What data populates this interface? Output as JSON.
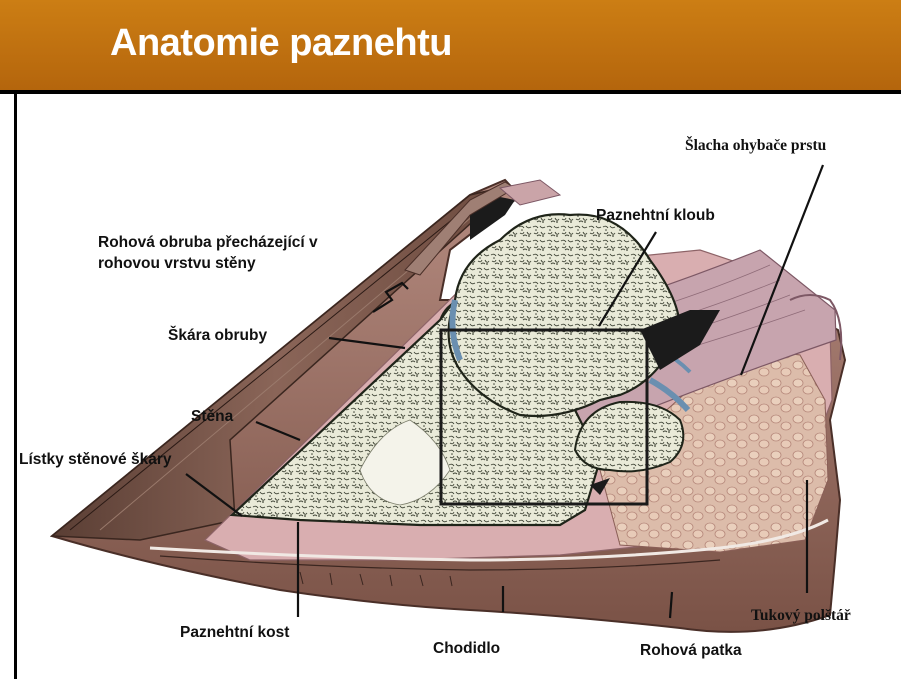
{
  "slide": {
    "title": "Anatomie paznehtu",
    "colors": {
      "title_bar": "#b8690d",
      "title_bar_top": "#c47812",
      "title_text": "#ffffff"
    }
  },
  "labels": {
    "rohova_obruba_line1": "Rohová obruba přecházející v",
    "rohova_obruba_line2": "rohovou vrstvu stěny",
    "skara_obruby": "Škára obruby",
    "stena": "Stěna",
    "listky": "Lístky stěnové škáry",
    "paznehtni_kost": "Paznehtní kost",
    "chodidlo": "Chodidlo",
    "rohova_patka": "Rohová patka",
    "tukovy_polstar": "Tukový polštář",
    "slacha": "Šlacha ohybače prstu",
    "paznehtni_kloub": "Paznehtní kloub"
  }
}
